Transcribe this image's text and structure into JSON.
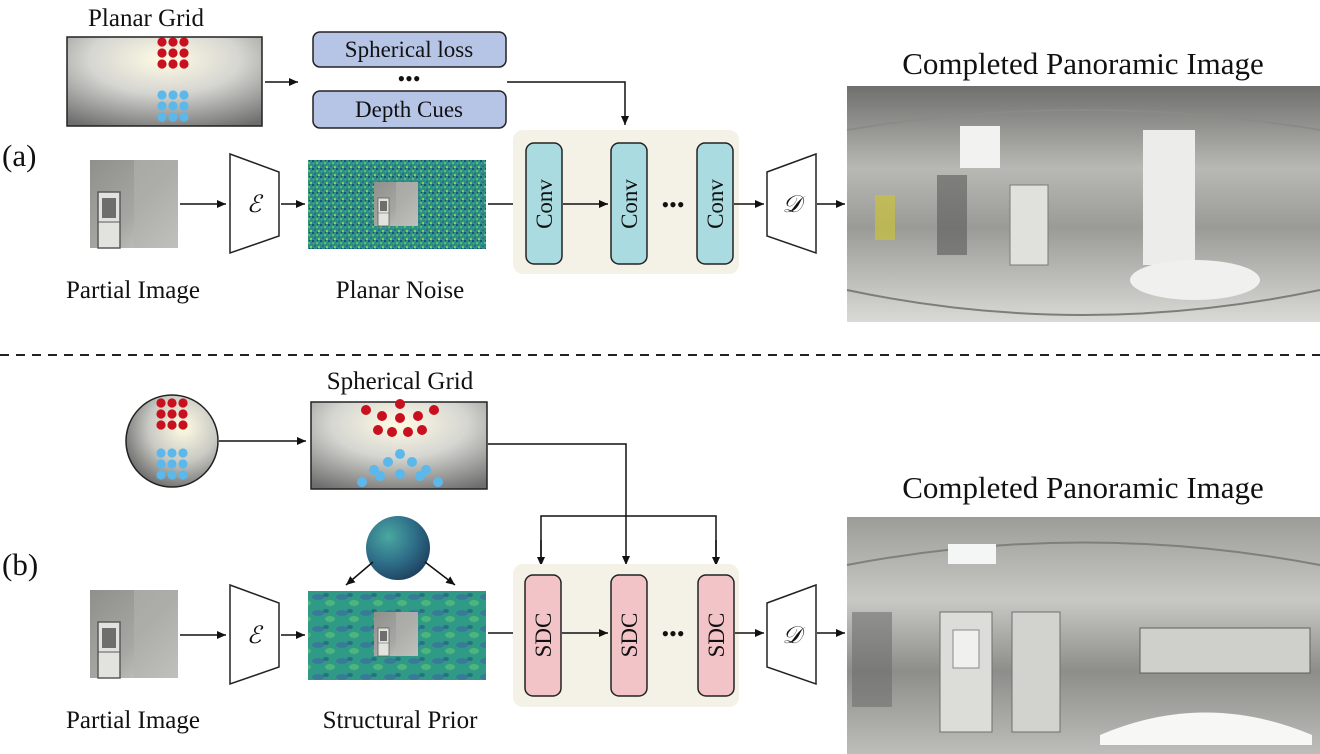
{
  "panel_a": {
    "tag": "(a)",
    "planar_grid": "Planar Grid",
    "cue_boxes": [
      "Spherical loss",
      "Depth Cues"
    ],
    "ellipsis": "•••",
    "encoder": "ℰ",
    "decoder": "𝒟",
    "blocks": [
      "Conv",
      "Conv",
      "Conv"
    ],
    "partial_image": "Partial Image",
    "noise_label": "Planar Noise",
    "output_title": "Completed Panoramic Image"
  },
  "panel_b": {
    "tag": "(b)",
    "spherical_grid": "Spherical Grid",
    "encoder": "ℰ",
    "decoder": "𝒟",
    "blocks": [
      "SDC",
      "SDC",
      "SDC"
    ],
    "partial_image": "Partial Image",
    "prior_label": "Structural Prior",
    "output_title": "Completed Panoramic Image"
  },
  "colors": {
    "red_dot": "#c8101e",
    "blue_dot": "#5cb8ea",
    "cue_fill": "#b6c5e6",
    "conv_fill": "#a9dbe0",
    "sdc_fill": "#f2c4c8",
    "block_panel": "#f4f1e6"
  }
}
